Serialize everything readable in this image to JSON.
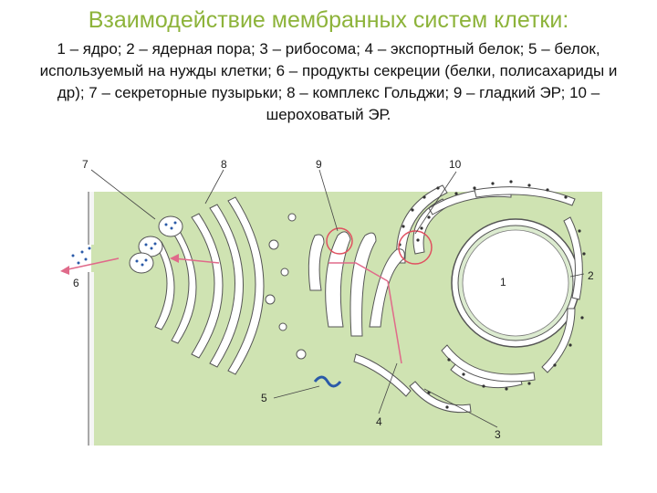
{
  "title": "Взаимодействие мембранных систем клетки:",
  "caption": "1 – ядро; 2 – ядерная пора; 3 – рибосома; 4 – экспортный белок; 5 – белок, используемый на нужды клетки; 6 – продукты секреции (белки, полисахариды и др); 7 – секреторные пузырьки; 8 – комплекс Гольджи; 9 – гладкий ЭР; 10 – шероховатый ЭР.",
  "labels": {
    "n1": "1",
    "n2": "2",
    "n3": "3",
    "n4": "4",
    "n5": "5",
    "n6": "6",
    "n7": "7",
    "n8": "8",
    "n9": "9",
    "n10": "10"
  },
  "colors": {
    "title": "#8db33a",
    "cytoplasm": "#cfe3b2",
    "membrane": "#ffffff",
    "membrane_outline": "#555555",
    "ribosome": "#333333",
    "pathway": "#e06a8a",
    "protein": "#2a5aa8",
    "highlight_circle": "#e0505a"
  }
}
